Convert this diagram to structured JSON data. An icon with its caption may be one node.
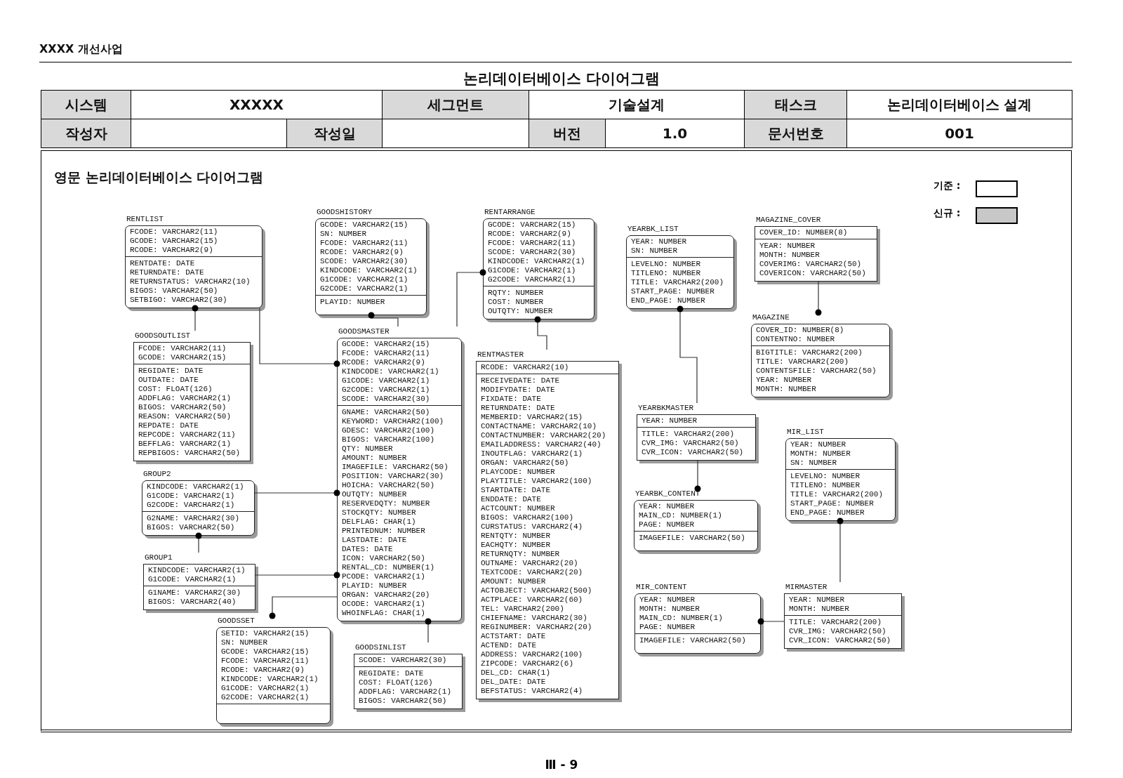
{
  "diagram": {
    "title": "논리데이터베이스 다이어그램",
    "nodes": [
      {
        "text": [
          "RENTLIST",
          "FCODE: VARCHAR2(11)",
          "GCODE: VARCHAR2(15)",
          "RCODE: VARCHAR2(9)",
          "RENTDATE: DATE",
          "RETURNDATE: DATE",
          "RETURNSTATUS: VARCHAR2(10)",
          "BIGOS: VARCHAR2(50)",
          "SETBIGO: VARCHAR2(30)"
        ]
      },
      {
        "text": [
          "GOODSHISTORY",
          "GCODE: VARCHAR2(15)",
          "SN: NUMBER",
          "FCODE: VARCHAR2(11)",
          "RCODE: VARCHAR2(9)",
          "SCODE: VARCHAR2(30)",
          "KINDCODE: VARCHAR2(1)",
          "G1CODE: VARCHAR2(1)",
          "G2CODE: VARCHAR2(1)",
          "PLAYID: NUMBER"
        ]
      },
      {
        "text": [
          "RENTARRANGE",
          "GCODE: VARCHAR2(15)",
          "RCODE: VARCHAR2(9)",
          "FCODE: VARCHAR2(11)",
          "SCODE: VARCHAR2(30)",
          "KINDCODE: VARCHAR2(1)",
          "G1CODE: VARCHAR2(1)",
          "G2CODE: VARCHAR2(1)",
          "RQTY: NUMBER",
          "COST: NUMBER",
          "OUTQTY: NUMBER"
        ]
      },
      {
        "text": [
          "YEARBK_LIST",
          "YEAR: NUMBER",
          "SN: NUMBER",
          "LEVELNO: NUMBER",
          "TITLENO: NUMBER",
          "TITLE: VARCHAR2(200)",
          "START_PAGE: NUMBER",
          "END_PAGE: NUMBER"
        ]
      },
      {
        "text": [
          "MAGAZINE_COVER",
          "COVER_ID: NUMBER(8)",
          "YEAR: NUMBER",
          "MONTH: NUMBER",
          "COVERIMG: VARCHAR2(50)",
          "COVERICON: VARCHAR2(50)"
        ]
      },
      {
        "text": [
          "GOODSOUTLIST",
          "FCODE: VARCHAR2(11)",
          "GCODE: VARCHAR2(15)",
          "REGIDATE: DATE",
          "OUTDATE: DATE",
          "COST: FLOAT(126)",
          "ADDFLAG: VARCHAR2(1)",
          "BIGOS: VARCHAR2(50)",
          "REASON: VARCHAR2(50)",
          "REPDATE: DATE",
          "REPCODE: VARCHAR2(11)",
          "BEFFLAG: VARCHAR2(1)",
          "REPBIGOS: VARCHAR2(50)"
        ]
      },
      {
        "text": [
          "GOODSMASTER",
          "GCODE: VARCHAR2(15)",
          "FCODE: VARCHAR2(11)",
          "RCODE: VARCHAR2(9)",
          "KINDCODE: VARCHAR2(1)",
          "G1CODE: VARCHAR2(1)",
          "G2CODE: VARCHAR2(1)",
          "SCODE: VARCHAR2(30)",
          "GNAME: VARCHAR2(50)",
          "KEYWORD: VARCHAR2(100)",
          "GDESC: VARCHAR2(100)",
          "BIGOS: VARCHAR2(100)",
          "QTY: NUMBER",
          "AMOUNT: NUMBER",
          "IMAGEFILE: VARCHAR2(50)",
          "POSITION: VARCHAR2(30)",
          "HOICHA: VARCHAR2(50)",
          "OUTQTY: NUMBER",
          "RESERVEDQTY: NUMBER",
          "STOCKQTY: NUMBER",
          "DELFLAG: CHAR(1)",
          "PRINTEDNUM: NUMBER",
          "LASTDATE: DATE",
          "DATES: DATE",
          "ICON: VARCHAR2(50)",
          "RENTAL_CD: NUMBER(1)",
          "PCODE: VARCHAR2(1)",
          "PLAYID: NUMBER",
          "ORGAN: VARCHAR2(20)",
          "OCODE: VARCHAR2(1)",
          "WHOINFLAG: CHAR(1)"
        ]
      },
      {
        "text": [
          "RENTMASTER",
          "RCODE: VARCHAR2(10)",
          "RECEIVEDATE: DATE",
          "MODIFYDATE: DATE",
          "FIXDATE: DATE",
          "RETURNDATE: DATE",
          "MEMBERID: VARCHAR2(15)",
          "CONTACTNAME: VARCHAR2(10)",
          "CONTACTNUMBER: VARCHAR2(20)",
          "EMAILADDRESS: VARCHAR2(40)",
          "INOUTFLAG: VARCHAR2(1)",
          "ORGAN: VARCHAR2(50)",
          "PLAYCODE: NUMBER",
          "PLAYTITLE: VARCHAR2(100)",
          "STARTDATE: DATE",
          "ENDDATE: DATE",
          "ACTCOUNT: NUMBER",
          "BIGOS: VARCHAR2(100)",
          "CURSTATUS: VARCHAR2(4)",
          "RENTQTY: NUMBER",
          "EACHQTY: NUMBER",
          "RETURNQTY: NUMBER",
          "OUTNAME: VARCHAR2(20)",
          "TEXTCODE: VARCHAR2(20)",
          "AMOUNT: NUMBER",
          "ACTOBJECT: VARCHAR2(500)",
          "ACTPLACE: VARCHAR2(60)",
          "TEL: VARCHAR2(200)",
          "CHIEFNAME: VARCHAR2(30)",
          "REGINUMBER: VARCHAR2(20)",
          "ACTSTART: DATE",
          "ACTEND: DATE",
          "ADDRESS: VARCHAR2(100)",
          "ZIPCODE: VARCHAR2(6)",
          "DEL_CD: CHAR(1)",
          "DEL_DATE: DATE",
          "BEFSTATUS: VARCHAR2(4)"
        ]
      },
      {
        "text": [
          "MAGAZINE",
          "COVER_ID: NUMBER(8)",
          "CONTENTNO: NUMBER",
          "BIGTITLE: VARCHAR2(200)",
          "TITLE: VARCHAR2(200)",
          "CONTENTSFILE: VARCHAR2(50)",
          "YEAR: NUMBER",
          "MONTH: NUMBER"
        ]
      },
      {
        "text": [
          "YEARBKMASTER",
          "YEAR: NUMBER",
          "TITLE: VARCHAR2(200)",
          "CVR_IMG: VARCHAR2(50)",
          "CVR_ICON: VARCHAR2(50)"
        ]
      },
      {
        "text": [
          "GROUP2",
          "KINDCODE: VARCHAR2(1)",
          "G1CODE: VARCHAR2(1)",
          "G2CODE: VARCHAR2(1)",
          "G2NAME: VARCHAR2(30)",
          "BIGOS: VARCHAR2(50)"
        ]
      },
      {
        "text": [
          "MIR_LIST",
          "YEAR: NUMBER",
          "MONTH: NUMBER",
          "SN: NUMBER",
          "LEVELNO: NUMBER",
          "TITLENO: NUMBER",
          "TITLE: VARCHAR2(200)",
          "START_PAGE: NUMBER",
          "END_PAGE: NUMBER"
        ]
      },
      {
        "text": [
          "YEARBK_CONTENT",
          "YEAR: NUMBER",
          "MAIN_CD: NUMBER(1)",
          "PAGE: NUMBER",
          "IMAGEFILE: VARCHAR2(50)"
        ]
      },
      {
        "text": [
          "GROUP1",
          "KINDCODE: VARCHAR2(1)",
          "G1CODE: VARCHAR2(1)",
          "G1NAME: VARCHAR2(30)",
          "BIGOS: VARCHAR2(40)"
        ]
      },
      {
        "text": [
          "MIR_CONTENT",
          "YEAR: NUMBER",
          "MONTH: NUMBER",
          "MAIN_CD: NUMBER(1)",
          "PAGE: NUMBER",
          "IMAGEFILE: VARCHAR2(50)"
        ]
      },
      {
        "text": [
          "MIRMASTER",
          "YEAR: NUMBER",
          "MONTH: NUMBER",
          "TITLE: VARCHAR2(200)",
          "CVR_IMG: VARCHAR2(50)",
          "CVR_ICON: VARCHAR2(50)"
        ]
      },
      {
        "text": [
          "GOODSSET",
          "SETID: VARCHAR2(15)",
          "SN: NUMBER",
          "GCODE: VARCHAR2(15)",
          "FCODE: VARCHAR2(11)",
          "RCODE: VARCHAR2(9)",
          "KINDCODE: VARCHAR2(1)",
          "G1CODE: VARCHAR2(1)",
          "G2CODE: VARCHAR2(1)"
        ]
      },
      {
        "text": [
          "GOODSINLIST",
          "SCODE: VARCHAR2(30)",
          "REGIDATE: DATE",
          "COST: FLOAT(126)",
          "ADDFLAG: VARCHAR2(1)",
          "BIGOS: VARCHAR2(50)"
        ]
      }
    ],
    "edges": [
      {
        "from": 5,
        "to": 0,
        "arrow": "other"
      },
      {
        "from": 0,
        "to": 6,
        "arrow": "other"
      },
      {
        "from": 6,
        "to": 1,
        "arrow": "other"
      },
      {
        "from": 6,
        "to": 2,
        "arrow": "other"
      },
      {
        "from": 7,
        "to": 2,
        "arrow": "other"
      },
      {
        "from": 10,
        "to": 6,
        "arrow": "other"
      },
      {
        "from": 13,
        "to": 10,
        "arrow": "other"
      },
      {
        "from": 13,
        "to": 6,
        "arrow": "other"
      },
      {
        "from": 6,
        "to": 16,
        "arrow": "other"
      },
      {
        "from": 17,
        "to": 6,
        "arrow": "other"
      },
      {
        "from": 9,
        "to": 3,
        "arrow": "other"
      },
      {
        "from": 9,
        "to": 12,
        "arrow": "other"
      },
      {
        "from": 4,
        "to": 8,
        "arrow": "other"
      },
      {
        "from": 15,
        "to": 11,
        "arrow": "other"
      },
      {
        "from": 15,
        "to": 14,
        "arrow": "other"
      }
    ],
    "labels": [
      "XXXX 개선사업",
      "시스템",
      "XXXXX",
      "세그먼트",
      "기술설계",
      "태스크",
      "논리데이터베이스 설계",
      "작성자",
      "작성일",
      "버전",
      "1.0",
      "문서번호",
      "001",
      "영문 논리데이터베이스 다이어그램",
      "Ⅲ - 9"
    ],
    "legend": [
      {
        "text": "기준 :",
        "color": "#ffffff"
      },
      {
        "text": "신규 :",
        "color": "#c8c8c8"
      }
    ]
  }
}
